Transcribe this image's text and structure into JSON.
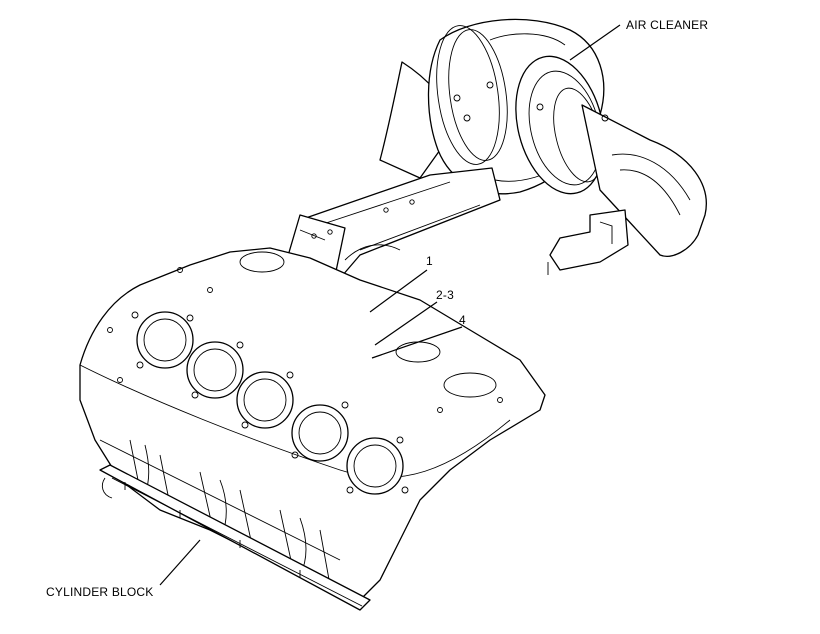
{
  "labels": {
    "air_cleaner": "AIR CLEANER",
    "cylinder_block": "CYLINDER BLOCK",
    "callout_1": "1",
    "callout_2_3": "2-3",
    "callout_4": "4"
  }
}
